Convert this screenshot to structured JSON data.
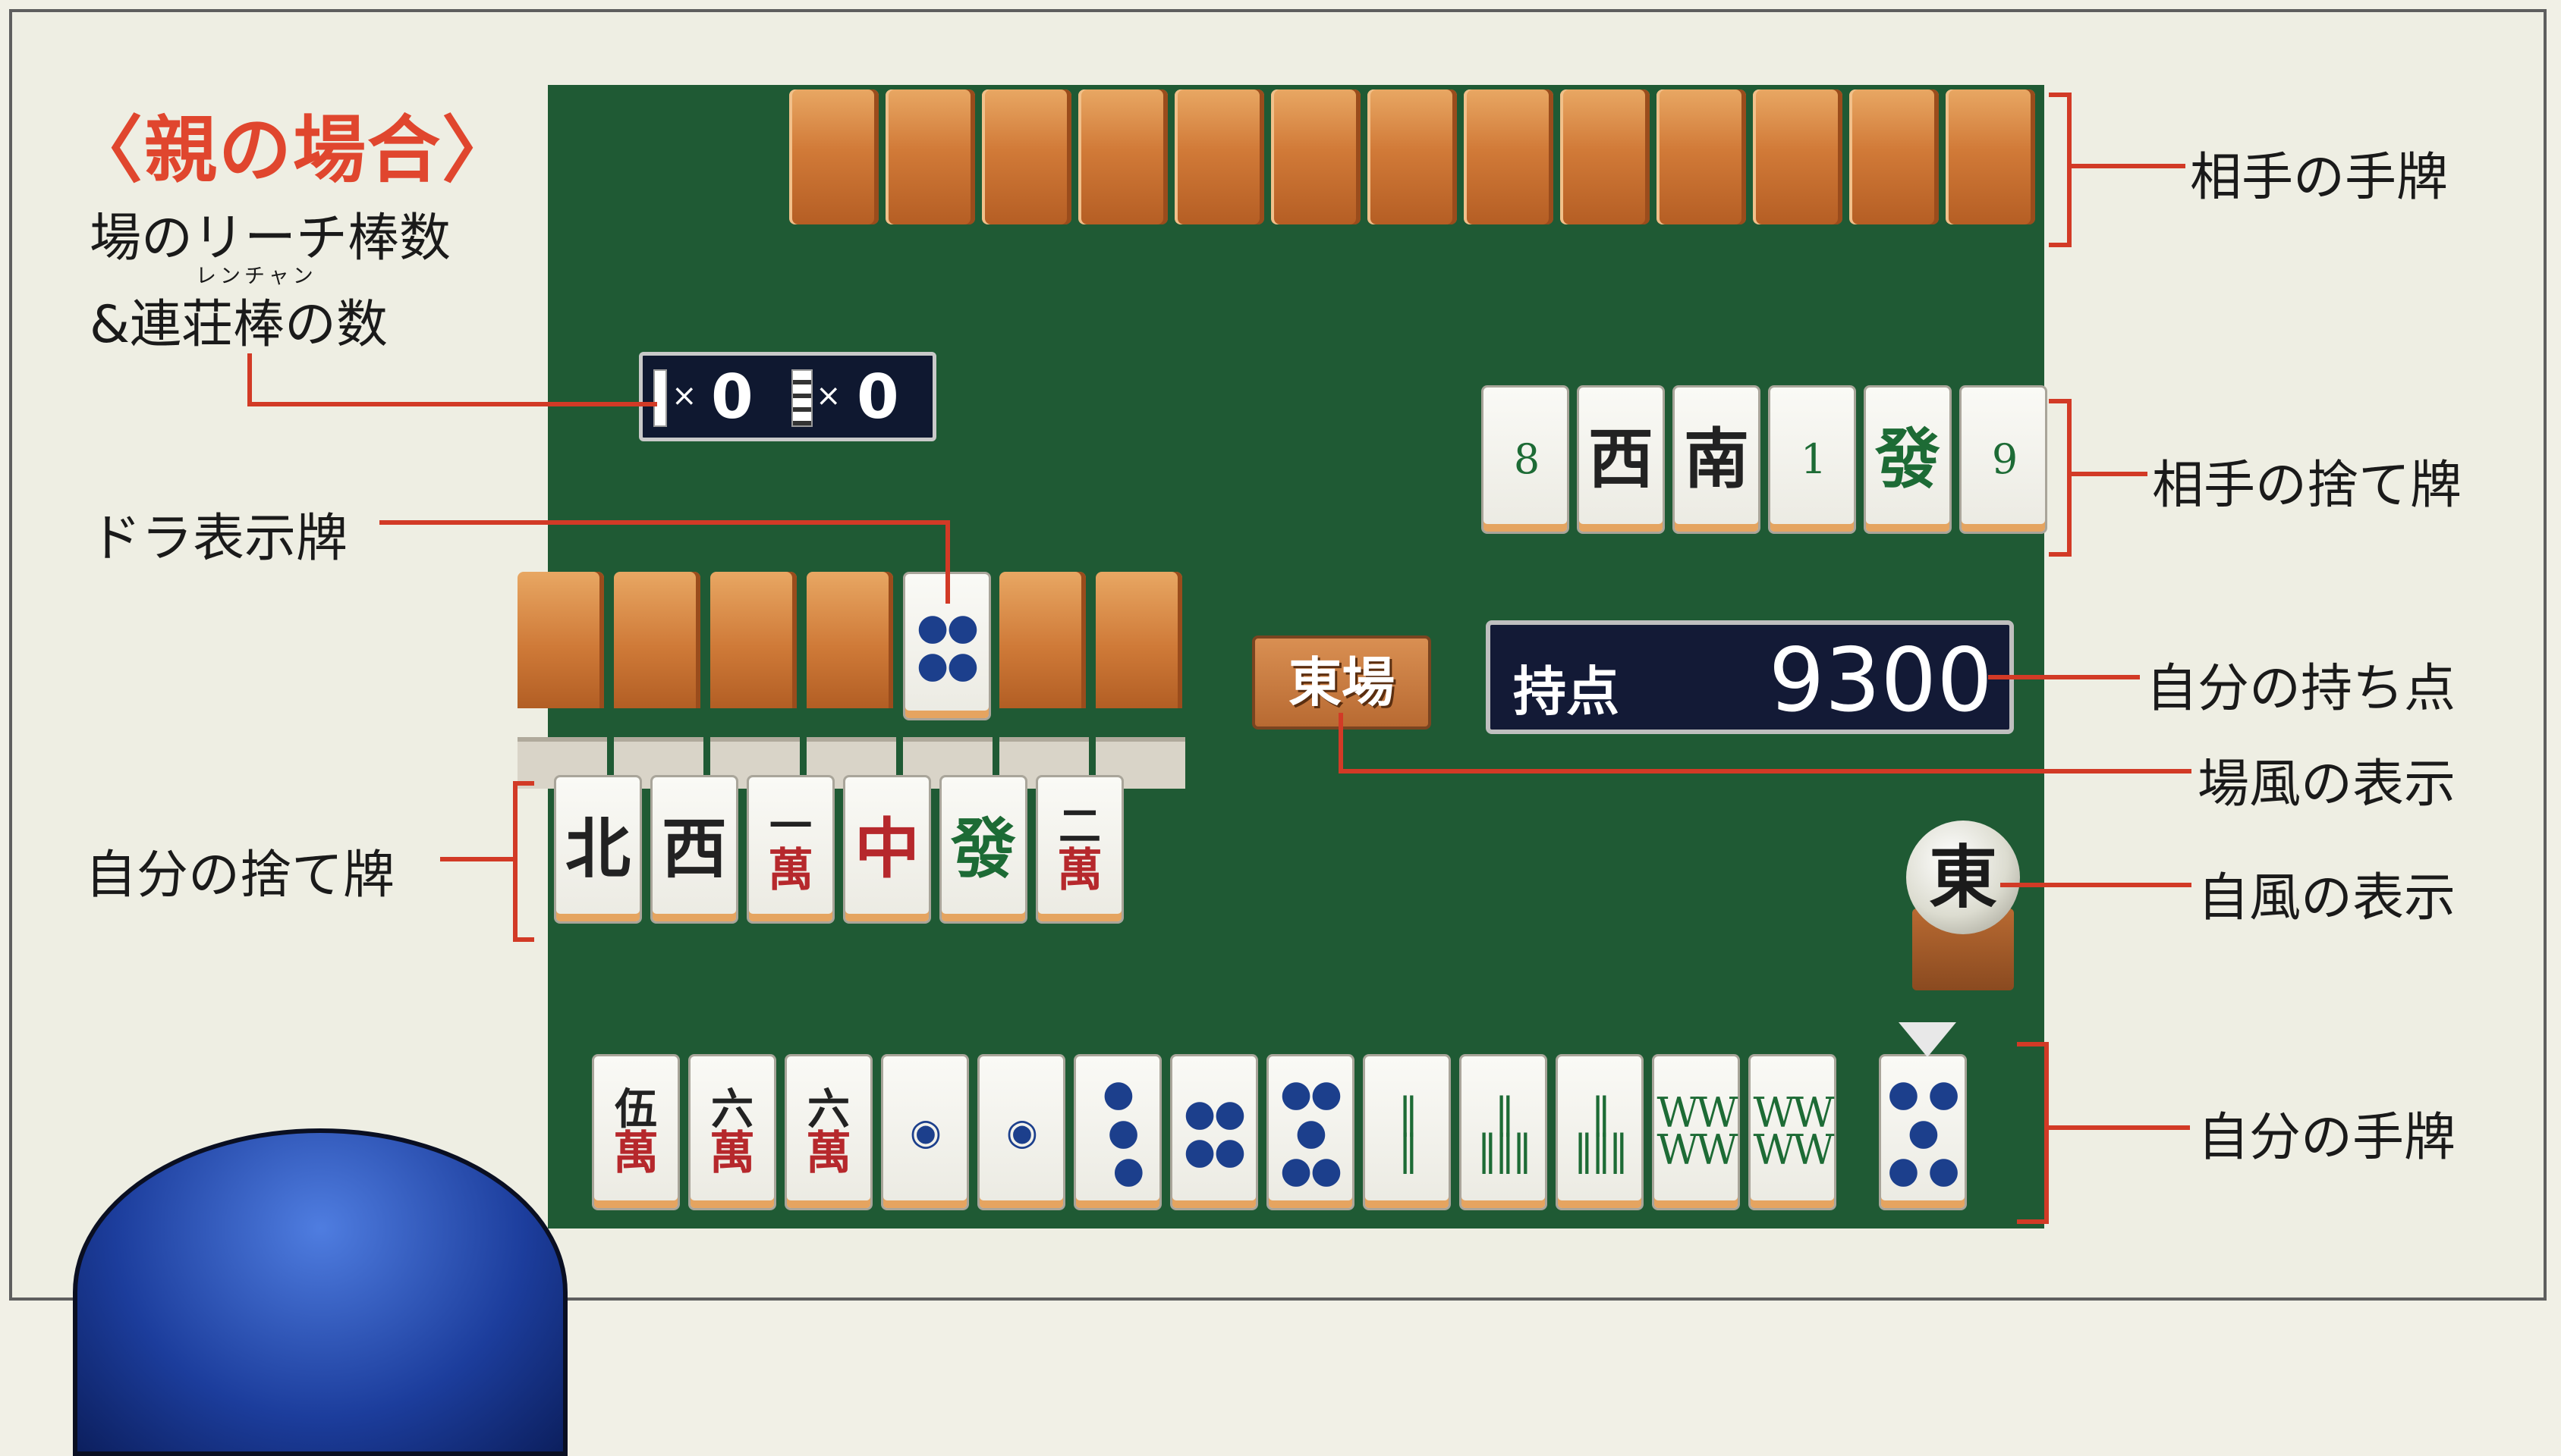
{
  "title": "〈親の場合〉",
  "labels": {
    "riichi_line1": "場のリーチ棒数",
    "riichi_line2": "&連荘棒の数",
    "renchan_ruby": "レンチャン",
    "dora": "ドラ表示牌",
    "own_discards": "自分の捨て牌",
    "opponent_hand": "相手の手牌",
    "opponent_discards": "相手の捨て牌",
    "own_points": "自分の持ち点",
    "round_wind": "場風の表示",
    "seat_wind": "自風の表示",
    "own_hand": "自分の手牌"
  },
  "counters": {
    "riichi_x": "×",
    "riichi_count": "0",
    "renchan_x": "×",
    "renchan_count": "0"
  },
  "points": {
    "label": "持点",
    "value": "9300"
  },
  "round_wind": "東場",
  "seat_wind": "東",
  "opponent_discards": [
    {
      "type": "sou",
      "text": "8"
    },
    {
      "type": "honor",
      "text": "西"
    },
    {
      "type": "honor",
      "text": "南"
    },
    {
      "type": "sou",
      "text": "1"
    },
    {
      "type": "honor-green",
      "text": "發"
    },
    {
      "type": "sou",
      "text": "9"
    }
  ],
  "own_discards": [
    {
      "type": "honor",
      "text": "北"
    },
    {
      "type": "honor",
      "text": "西"
    },
    {
      "type": "man",
      "num": "一",
      "char": "萬"
    },
    {
      "type": "honor-red",
      "text": "中"
    },
    {
      "type": "honor-green",
      "text": "發"
    },
    {
      "type": "man",
      "num": "二",
      "char": "萬"
    }
  ],
  "dora_tile": {
    "type": "pin",
    "text": "●●\n●●"
  },
  "own_hand": [
    {
      "type": "man",
      "num": "伍",
      "char": "萬"
    },
    {
      "type": "man",
      "num": "六",
      "char": "萬"
    },
    {
      "type": "man",
      "num": "六",
      "char": "萬"
    },
    {
      "type": "pin",
      "text": "◉"
    },
    {
      "type": "pin",
      "text": "◉"
    },
    {
      "type": "pin",
      "text": "●\n ●\n  ●"
    },
    {
      "type": "pin",
      "text": "●●\n●●"
    },
    {
      "type": "pin",
      "text": "●●\n ● \n●●"
    },
    {
      "type": "sou",
      "text": "‖\n‖"
    },
    {
      "type": "sou",
      "text": "‖\n‖‖‖"
    },
    {
      "type": "sou",
      "text": "‖\n‖‖‖"
    },
    {
      "type": "sou",
      "text": "WW\nWW"
    },
    {
      "type": "sou",
      "text": "WW\nWW"
    }
  ],
  "drawn_tile": {
    "type": "pin",
    "text": "● ●\n ● \n● ●"
  },
  "colors": {
    "accent": "#d23a26",
    "table": "#1f5a34",
    "tile_back": "#d17a38"
  }
}
